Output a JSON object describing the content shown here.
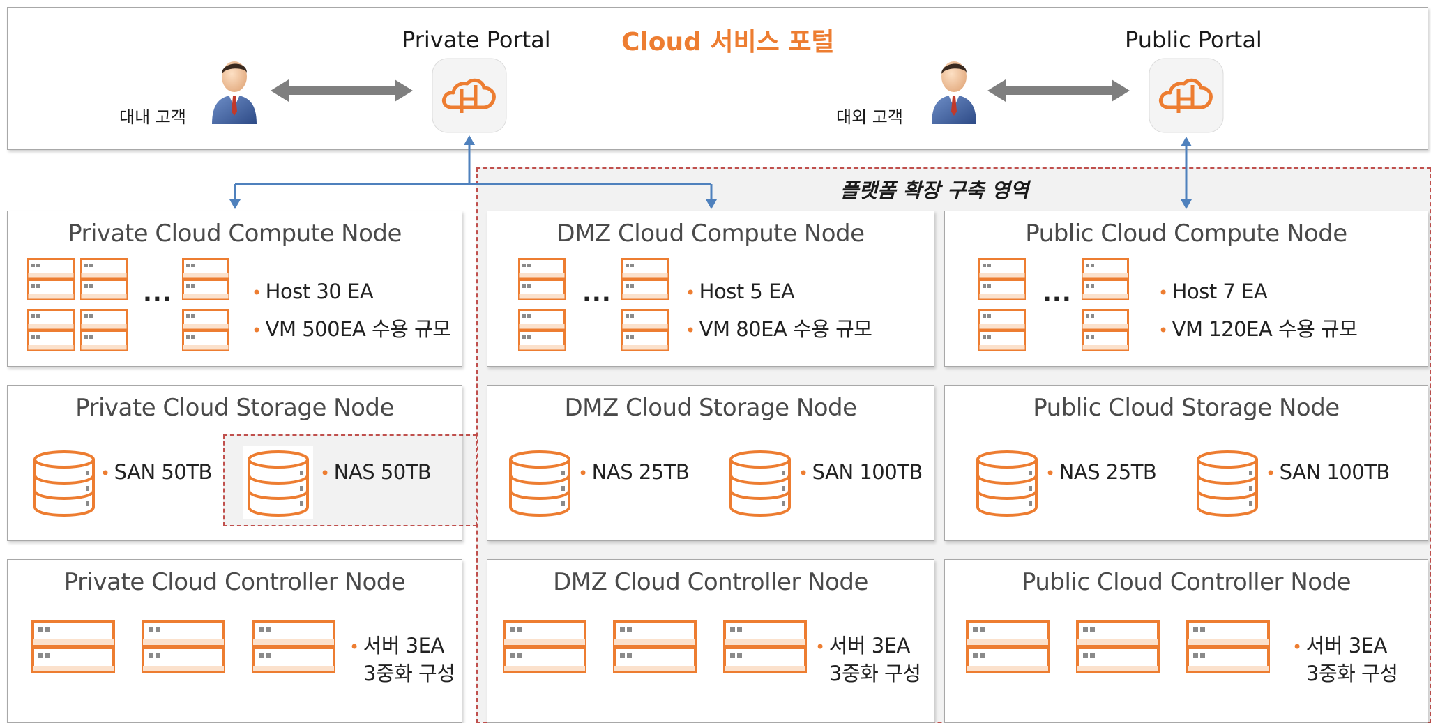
{
  "portal": {
    "title": "Cloud 서비스 포털",
    "private_portal_label": "Private Portal",
    "public_portal_label": "Public Portal",
    "internal_user_label": "대내 고객",
    "external_user_label": "대외 고객"
  },
  "expansion_zone_label": "플랫폼 확장 구축 영역",
  "private": {
    "compute": {
      "title": "Private Cloud Compute Node",
      "ellipsis": "...",
      "bullet1": "Host 30 EA",
      "bullet2": "VM 500EA 수용 규모"
    },
    "storage": {
      "title": "Private Cloud Storage Node",
      "item1": "SAN 50TB",
      "item2": "NAS 50TB"
    },
    "controller": {
      "title": "Private Cloud Controller Node",
      "line1": "서버 3EA",
      "line2": "3중화 구성"
    }
  },
  "dmz": {
    "compute": {
      "title": "DMZ Cloud Compute Node",
      "ellipsis": "...",
      "bullet1": "Host 5 EA",
      "bullet2": "VM 80EA 수용 규모"
    },
    "storage": {
      "title": "DMZ Cloud Storage Node",
      "item1": "NAS 25TB",
      "item2": "SAN 100TB"
    },
    "controller": {
      "title": "DMZ Cloud Controller Node",
      "line1": "서버 3EA",
      "line2": "3중화 구성"
    }
  },
  "public": {
    "compute": {
      "title": "Public Cloud Compute Node",
      "ellipsis": "...",
      "bullet1": "Host 7 EA",
      "bullet2": "VM 120EA 수용 규모"
    },
    "storage": {
      "title": "Public Cloud Storage Node",
      "item1": "NAS 25TB",
      "item2": "SAN 100TB"
    },
    "controller": {
      "title": "Public Cloud Controller Node",
      "line1": "서버 3EA",
      "line2": "3중화 구성"
    }
  },
  "colors": {
    "accent": "#ed7d31",
    "connector": "#4f81bd",
    "dashed_border": "#c0504d",
    "zone_fill": "#f2f2f2",
    "arrow": "#7f7f7f"
  },
  "icons": {
    "user": "user-icon",
    "portal": "cloud-h-logo-icon",
    "server": "server-icon",
    "storage": "database-icon"
  }
}
